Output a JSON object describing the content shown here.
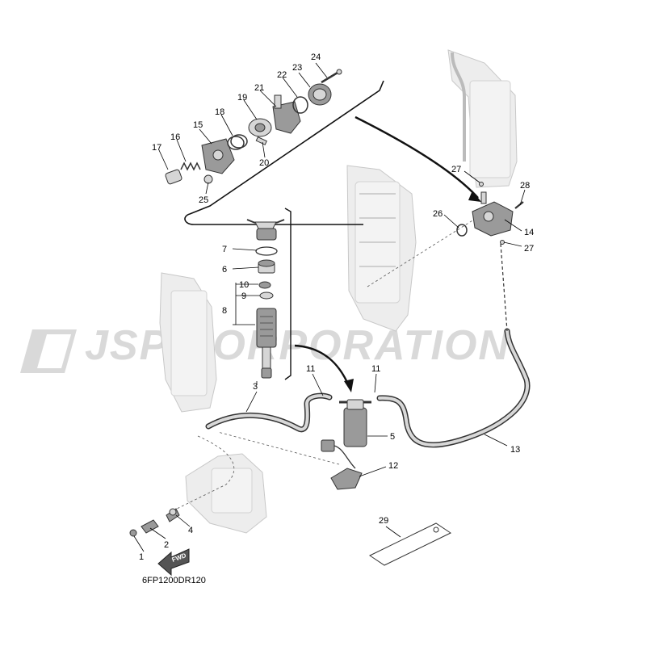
{
  "watermark": "JSP CORPORATION",
  "diagram_code": "6FP1200DR120",
  "fwd_label": "FWD",
  "callouts": {
    "c1": "1",
    "c2": "2",
    "c3": "3",
    "c4": "4",
    "c5": "5",
    "c6": "6",
    "c7": "7",
    "c8": "8",
    "c9": "9",
    "c10": "10",
    "c11a": "11",
    "c11b": "11",
    "c12": "12",
    "c13": "13",
    "c14": "14",
    "c15": "15",
    "c16": "16",
    "c17": "17",
    "c18": "18",
    "c19": "19",
    "c20": "20",
    "c21": "21",
    "c22": "22",
    "c23": "23",
    "c24": "24",
    "c25": "25",
    "c26": "26",
    "c27a": "27",
    "c27b": "27",
    "c28": "28",
    "c29": "29"
  }
}
